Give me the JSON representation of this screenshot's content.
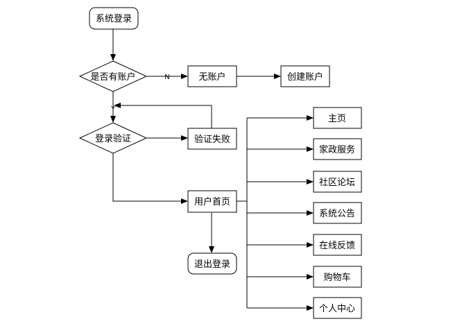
{
  "nodes": {
    "login": "系统登录",
    "has_account": "是否有账户",
    "no_account": "无账户",
    "create_account": "创建账户",
    "verify": "登录验证",
    "verify_fail": "验证失败",
    "home": "用户首页",
    "logout": "退出登录"
  },
  "edges": {
    "no": "N",
    "yes": "Y"
  },
  "menu": [
    "主页",
    "家政服务",
    "社区论坛",
    "系统公告",
    "在线反馈",
    "购物车",
    "个人中心"
  ]
}
